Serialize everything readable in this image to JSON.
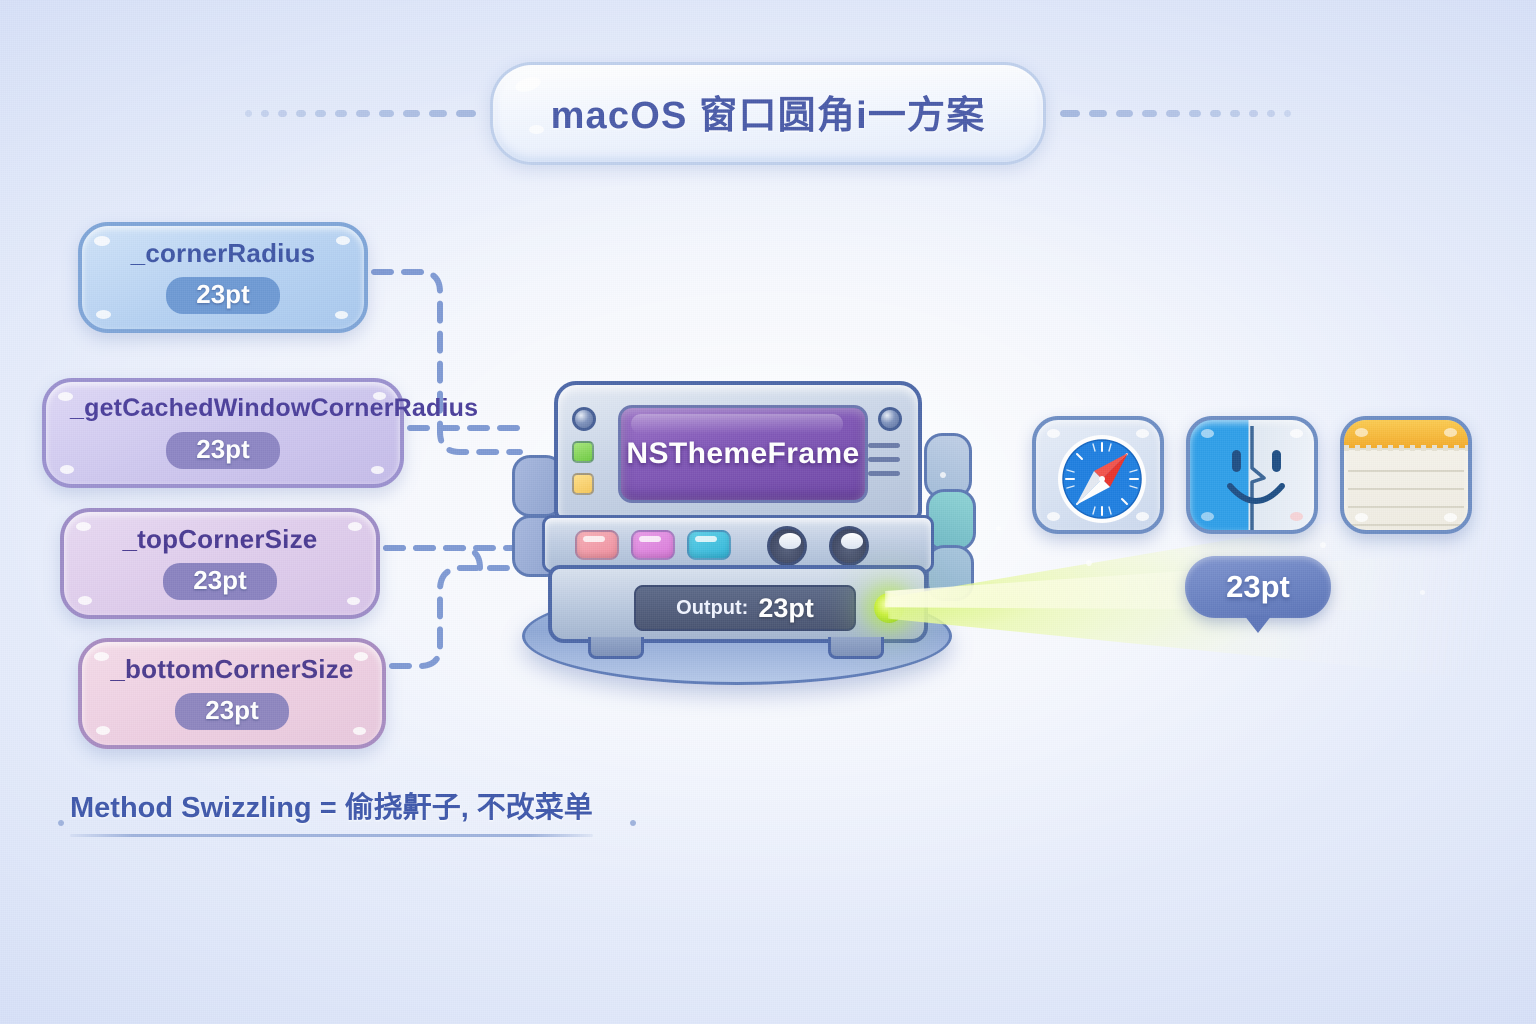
{
  "title": {
    "text": "macOS 窗口圆角i一方案",
    "left_dots": 11,
    "right_dots": 11
  },
  "properties": [
    {
      "name": "_cornerRadius",
      "value": "23pt"
    },
    {
      "name": "_getCachedWindowCornerRadius",
      "value": "23pt"
    },
    {
      "name": "_topCornerSize",
      "value": "23pt"
    },
    {
      "name": "_bottomCornerSize",
      "value": "23pt"
    }
  ],
  "machine": {
    "screen_label": "NSThemeFrame",
    "output_label": "Output:",
    "output_value": "23pt",
    "indicator_green": "#6fcb43",
    "indicator_yellow": "#f5c75b",
    "led_color": "#c9f03c",
    "buttons": [
      "pink-button",
      "magenta-button",
      "cyan-button"
    ],
    "dials": [
      "dial-left",
      "dial-right"
    ]
  },
  "apps": [
    {
      "name": "Safari",
      "icon": "safari-compass-icon"
    },
    {
      "name": "Finder",
      "icon": "finder-face-icon"
    },
    {
      "name": "Notes",
      "icon": "notes-page-icon"
    }
  ],
  "tooltip": {
    "value": "23pt"
  },
  "caption": {
    "text": "Method Swizzling = 偷挠鼾子, 不改菜单"
  },
  "colors": {
    "background": "#c4d0f0",
    "accent_blue": "#4a5ba8",
    "wire": "#7f9ad4",
    "beam": "#d6f578"
  }
}
